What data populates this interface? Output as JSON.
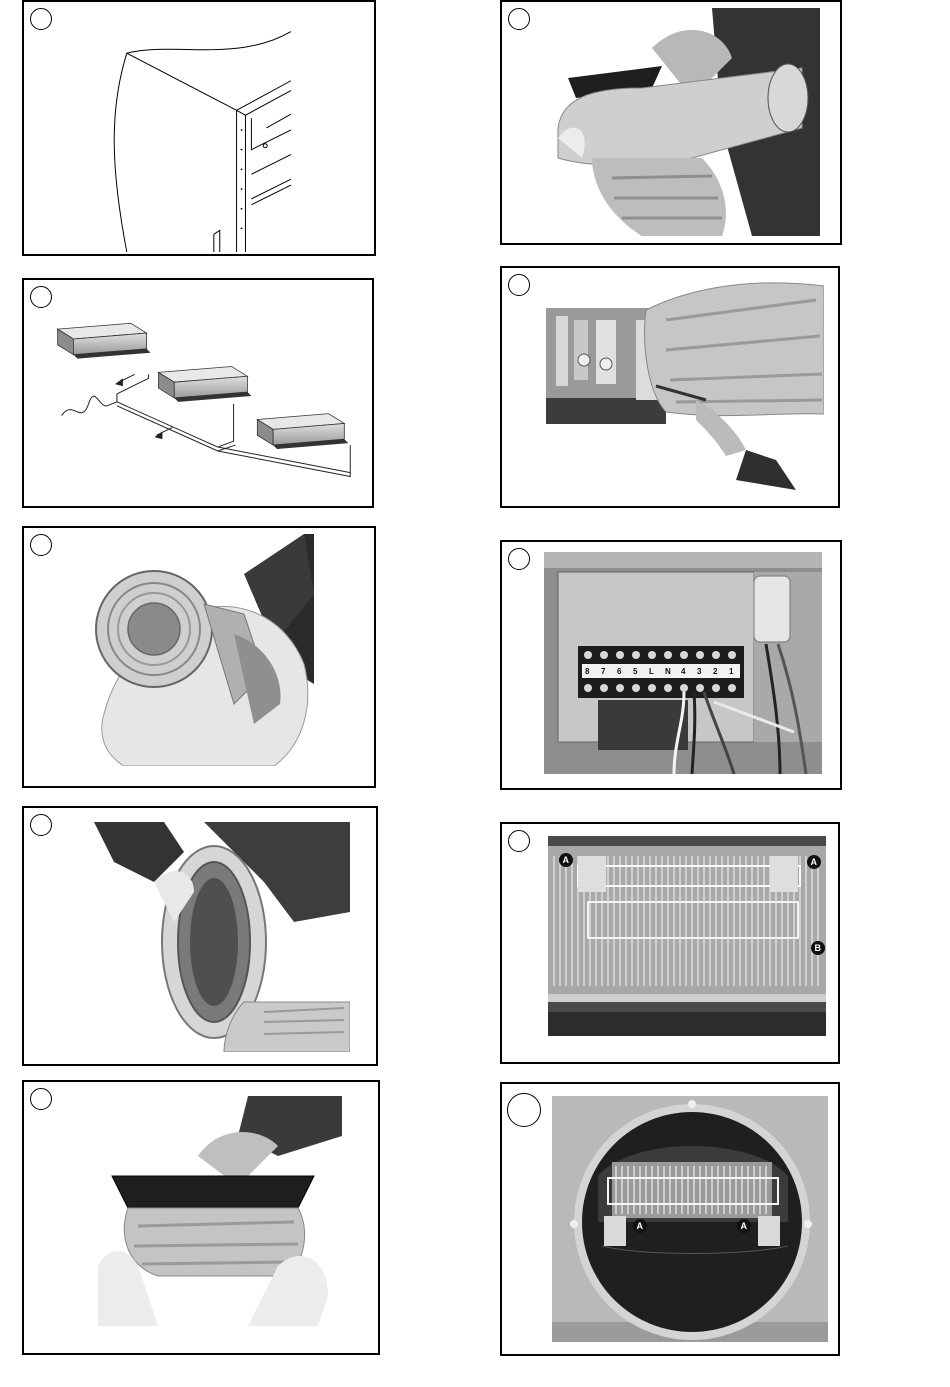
{
  "figures": [
    {
      "id": "fig-1",
      "kind": "line-drawing",
      "subject": "ceiling unit corner installation"
    },
    {
      "id": "fig-2",
      "kind": "line-drawing",
      "subject": "three duct units with drain piping"
    },
    {
      "id": "fig-3",
      "kind": "photo",
      "subject": "insulated flexible duct end"
    },
    {
      "id": "fig-4",
      "kind": "photo",
      "subject": "pulling insulation back over duct"
    },
    {
      "id": "fig-5",
      "kind": "photo",
      "subject": "fitting collar into duct"
    },
    {
      "id": "fig-6",
      "kind": "photo",
      "subject": "taping foil sleeve over collar"
    },
    {
      "id": "fig-7",
      "kind": "photo",
      "subject": "fastening duct to unit outlet"
    },
    {
      "id": "fig-8",
      "kind": "photo",
      "subject": "terminal block and capacitor"
    },
    {
      "id": "fig-9",
      "kind": "photo",
      "subject": "electric heater frame"
    },
    {
      "id": "fig-10",
      "kind": "photo",
      "subject": "heater inside round outlet"
    }
  ],
  "terminal_labels": [
    "8",
    "7",
    "6",
    "5",
    "L",
    "N",
    "4",
    "3",
    "2",
    "1"
  ],
  "heater_markers": {
    "fig9": [
      "A",
      "A",
      "B"
    ],
    "fig10": [
      "A",
      "A"
    ]
  },
  "colors": {
    "border": "#000000",
    "metal_light": "#d9d9d9",
    "metal_dark": "#4a4a4a",
    "foil": "#bdbdbd",
    "insulation": "#ececec"
  }
}
